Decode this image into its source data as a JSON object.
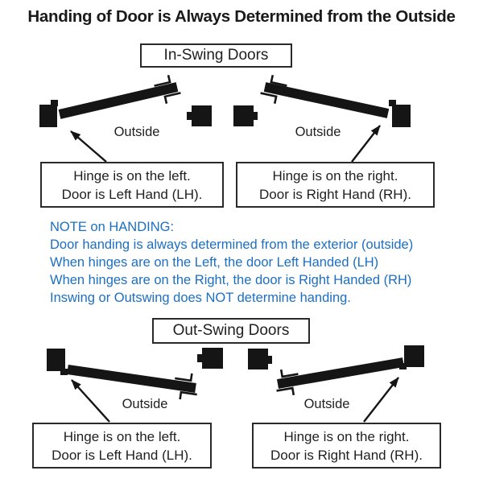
{
  "title": "Handing of Door is Always Determined from the Outside",
  "colors": {
    "ink": "#1a1a1a",
    "note_blue": "#1c6fc4"
  },
  "in_swing": {
    "label": "In-Swing Doors",
    "left": {
      "outside": "Outside",
      "line1": "Hinge is on the left.",
      "line2": "Door is Left Hand (LH)."
    },
    "right": {
      "outside": "Outside",
      "line1": "Hinge is on the right.",
      "line2": "Door is Right Hand (RH)."
    }
  },
  "out_swing": {
    "label": "Out-Swing Doors",
    "left": {
      "outside": "Outside",
      "line1": "Hinge is on the left.",
      "line2": "Door is Left Hand (LH)."
    },
    "right": {
      "outside": "Outside",
      "line1": "Hinge is on the right.",
      "line2": "Door is Right Hand (RH)."
    }
  },
  "note": {
    "heading": "NOTE on HANDING:",
    "lines": [
      "Door handing is always determined from the exterior (outside)",
      "When hinges are on the Left, the door Left Handed (LH)",
      "When hinges are on the Right, the door is Right Handed (RH)",
      "Inswing or Outswing does NOT determine handing."
    ]
  }
}
